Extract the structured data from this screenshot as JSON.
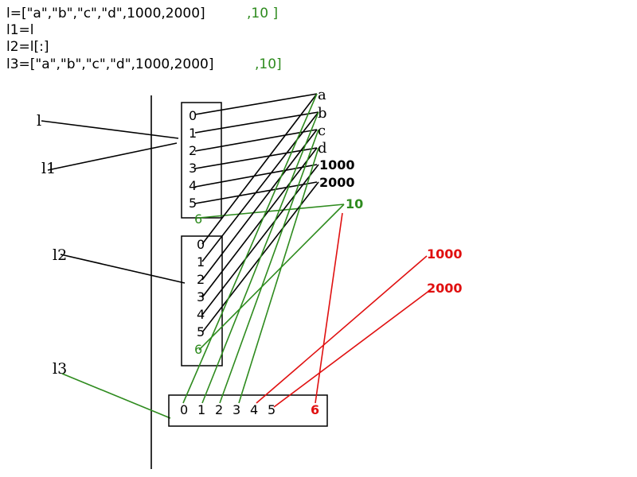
{
  "code": {
    "line1": "l=[\"a\",\"b\",\"c\",\"d\",1000,2000]",
    "line1_append": ",10 ]",
    "line2": "l1=l",
    "line3": "l2=l[:]",
    "line4": "l3=[\"a\",\"b\",\"c\",\"d\",1000,2000]",
    "line4_append": ",10]"
  },
  "variables": {
    "l": "l",
    "l1": "l1",
    "l2": "l2",
    "l3": "l3"
  },
  "list1": {
    "indices": [
      "0",
      "1",
      "2",
      "3",
      "4",
      "5"
    ],
    "appended_index": "6"
  },
  "list2": {
    "indices": [
      "0",
      "1",
      "2",
      "3",
      "4",
      "5"
    ],
    "appended_index": "6"
  },
  "list3": {
    "indices": [
      "0",
      "1",
      "2",
      "3",
      "4",
      "5"
    ],
    "appended_index": "6"
  },
  "objects": {
    "a": "a",
    "b": "b",
    "c": "c",
    "d": "d",
    "n1000": "1000",
    "n2000": "2000",
    "n10": "10"
  },
  "new_objects": {
    "n1000": "1000",
    "n2000": "2000"
  },
  "colors": {
    "black": "#000000",
    "green": "#2e8b1e",
    "red": "#e01010"
  }
}
